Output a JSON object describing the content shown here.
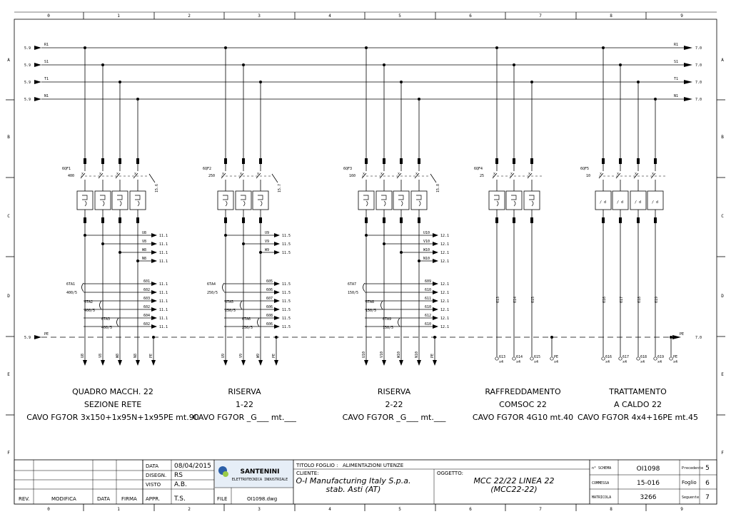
{
  "grid": {
    "columns": [
      "0",
      "1",
      "2",
      "3",
      "4",
      "5",
      "6",
      "7",
      "8",
      "9"
    ],
    "rows": [
      "A",
      "B",
      "C",
      "D",
      "E",
      "F"
    ]
  },
  "buses": {
    "left_refs": [
      "5.9",
      "5.9",
      "5.9",
      "5.9"
    ],
    "names": [
      "R1",
      "S1",
      "T1",
      "N1"
    ],
    "right_refs": [
      "7.0",
      "7.0",
      "7.0",
      "7.0"
    ],
    "pe_name": "PE",
    "pe_left_ref": "5.9",
    "pe_right_ref": "7.0"
  },
  "feeders": [
    {
      "breaker": "6QF1",
      "rating": "400",
      "aux_ref": "15.6",
      "phase_outs": [
        {
          "name": "U8",
          "ref": "11.1"
        },
        {
          "name": "V8",
          "ref": "11.1"
        },
        {
          "name": "W8",
          "ref": "11.1"
        },
        {
          "name": "N8",
          "ref": "11.1"
        }
      ],
      "ct_outs": [
        {
          "name": "601",
          "ref": "11.1"
        },
        {
          "name": "602",
          "ref": "11.1"
        },
        {
          "name": "603",
          "ref": "11.1"
        },
        {
          "name": "602",
          "ref": "11.1"
        },
        {
          "name": "604",
          "ref": "11.1"
        },
        {
          "name": "602",
          "ref": "11.1"
        }
      ],
      "cts": [
        {
          "name": "6TA1",
          "ratio": "400/5"
        },
        {
          "name": "6TA2",
          "ratio": "400/5"
        },
        {
          "name": "6TA3",
          "ratio": "400/5"
        }
      ],
      "bottom_labels": [
        "U8",
        "V8",
        "W8",
        "N8",
        "PE"
      ],
      "desc": [
        "QUADRO MACCH. 22",
        "SEZIONE RETE",
        "CAVO FG7OR 3x150+1x95N+1x95PE mt.90"
      ]
    },
    {
      "breaker": "6QF2",
      "rating": "250",
      "aux_ref": "15.7",
      "phase_outs": [
        {
          "name": "U9",
          "ref": "11.5"
        },
        {
          "name": "V9",
          "ref": "11.5"
        },
        {
          "name": "W9",
          "ref": "11.5"
        }
      ],
      "ct_outs": [
        {
          "name": "605",
          "ref": "11.5"
        },
        {
          "name": "606",
          "ref": "11.5"
        },
        {
          "name": "607",
          "ref": "11.5"
        },
        {
          "name": "606",
          "ref": "11.5"
        },
        {
          "name": "608",
          "ref": "11.5"
        },
        {
          "name": "606",
          "ref": "11.5"
        }
      ],
      "cts": [
        {
          "name": "6TA4",
          "ratio": "250/5"
        },
        {
          "name": "6TA5",
          "ratio": "250/5"
        },
        {
          "name": "6TA6",
          "ratio": "250/5"
        }
      ],
      "bottom_labels": [
        "U9",
        "V9",
        "W9",
        "PE"
      ],
      "desc": [
        "RISERVA",
        "1-22",
        "CAVO FG7OR _G___ mt.___"
      ]
    },
    {
      "breaker": "6QF3",
      "rating": "160",
      "aux_ref": "15.8",
      "phase_outs": [
        {
          "name": "U10",
          "ref": "12.1"
        },
        {
          "name": "V10",
          "ref": "12.1"
        },
        {
          "name": "W10",
          "ref": "12.1"
        },
        {
          "name": "N10",
          "ref": "12.1"
        }
      ],
      "ct_outs": [
        {
          "name": "609",
          "ref": "12.1"
        },
        {
          "name": "610",
          "ref": "12.1"
        },
        {
          "name": "611",
          "ref": "12.1"
        },
        {
          "name": "610",
          "ref": "12.1"
        },
        {
          "name": "612",
          "ref": "12.1"
        },
        {
          "name": "610",
          "ref": "12.1"
        }
      ],
      "cts": [
        {
          "name": "6TA7",
          "ratio": "150/5"
        },
        {
          "name": "6TA8",
          "ratio": "150/5"
        },
        {
          "name": "6TA9",
          "ratio": "150/5"
        }
      ],
      "bottom_labels": [
        "U10",
        "V10",
        "W10",
        "N10",
        "PE"
      ],
      "desc": [
        "RISERVA",
        "2-22",
        "CAVO FG7OR _G___ mt.___"
      ]
    },
    {
      "breaker": "6QF4",
      "rating": "25",
      "wires": [
        "613",
        "614",
        "615"
      ],
      "terminals": [
        {
          "name": "613",
          "sub": "x4"
        },
        {
          "name": "614",
          "sub": "x4"
        },
        {
          "name": "615",
          "sub": "x4"
        },
        {
          "name": "PE",
          "sub": "x4"
        }
      ],
      "desc": [
        "RAFFREDDAMENTO",
        "COMSOC 22",
        "CAVO FG7OR 4G10 mt.40"
      ]
    },
    {
      "breaker": "6QF5",
      "rating": "10",
      "wires": [
        "616",
        "617",
        "618",
        "619"
      ],
      "terminals": [
        {
          "name": "616",
          "sub": "x4"
        },
        {
          "name": "617",
          "sub": "x4"
        },
        {
          "name": "618",
          "sub": "x4"
        },
        {
          "name": "619",
          "sub": "x4"
        },
        {
          "name": "PE",
          "sub": "x4"
        }
      ],
      "desc": [
        "TRATTAMENTO",
        "A CALDO 22",
        "CAVO FG7OR 4x4+16PE mt.45"
      ]
    }
  ],
  "title_block": {
    "data_label": "DATA",
    "data_value": "08/04/2015",
    "disegn_label": "DISEGN.",
    "disegn_value": "RS",
    "visto_label": "VISTO",
    "visto_value": "A.B.",
    "appr_label": "APPR.",
    "appr_value": "T.S.",
    "rev_label": "REV.",
    "modifica_label": "MODIFICA",
    "data_col_label": "DATA",
    "firma_label": "FIRMA",
    "logo": "SANTENINI",
    "logo_sub": "ELETTROTECNICA INDUSTRIALE",
    "file_label": "FILE",
    "file_value": "OI1098.dwg",
    "titolo_label": "TITOLO FOGLIO :",
    "titolo_value": "ALIMENTAZIONI UTENZE",
    "cliente_label": "CLIENTE:",
    "cliente_line1": "O-I Manufacturing Italy S.p.a.",
    "cliente_line2": "stab. Asti (AT)",
    "oggetto_label": "OGGETTO:",
    "oggetto_line1": "MCC 22/22 LINEA 22",
    "oggetto_line2": "(MCC22-22)",
    "schema_label": "n° SCHEMA",
    "schema_value": "OI1098",
    "commessa_label": "COMMESSA",
    "commessa_value": "15-016",
    "matricola_label": "MATRICOLA",
    "matricola_value": "3266",
    "precedente_label": "Precedente",
    "precedente_value": "5",
    "foglio_label": "Foglio",
    "foglio_value": "6",
    "seguente_label": "Seguente",
    "seguente_value": "7"
  }
}
